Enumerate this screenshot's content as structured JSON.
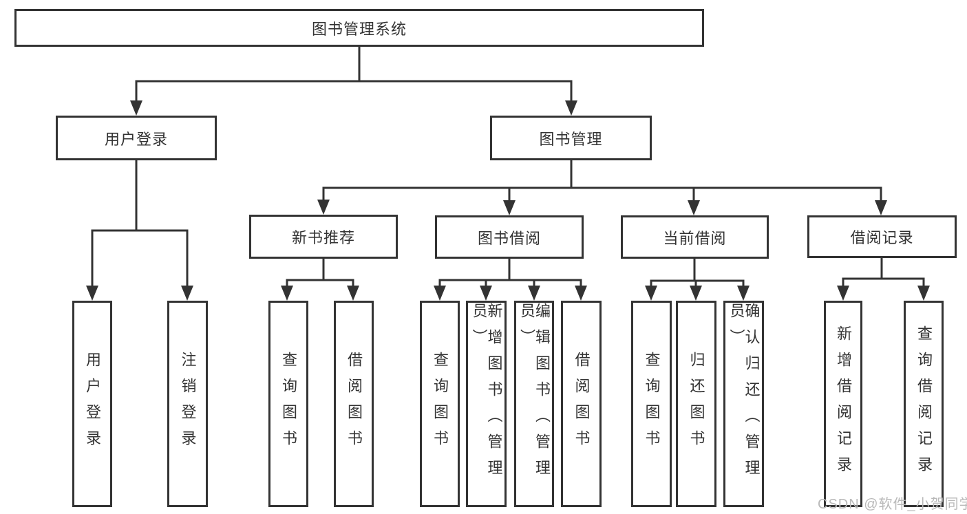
{
  "colors": {
    "line": "#333333",
    "text": "#333333",
    "box_background": "#ffffff",
    "page_background": "#ffffff",
    "watermark": "#b9b9b9"
  },
  "diagram": {
    "type": "hierarchy-tree",
    "root": {
      "label": "图书管理系统"
    },
    "level2": [
      {
        "label": "用户登录"
      },
      {
        "label": "图书管理"
      }
    ],
    "level3": [
      {
        "label": "新书推荐",
        "parent": "图书管理"
      },
      {
        "label": "图书借阅",
        "parent": "图书管理"
      },
      {
        "label": "当前借阅",
        "parent": "图书管理"
      },
      {
        "label": "借阅记录",
        "parent": "图书管理"
      }
    ],
    "leaves": [
      {
        "label": "用户登录",
        "parent": "用户登录"
      },
      {
        "label": "注销登录",
        "parent": "用户登录"
      },
      {
        "label": "查询图书",
        "parent": "新书推荐"
      },
      {
        "label": "借阅图书",
        "parent": "新书推荐"
      },
      {
        "label": "查询图书",
        "parent": "图书借阅"
      },
      {
        "label": "新增图书（管理员）",
        "parent": "图书借阅"
      },
      {
        "label": "编辑图书（管理员）",
        "parent": "图书借阅"
      },
      {
        "label": "借阅图书",
        "parent": "图书借阅"
      },
      {
        "label": "查询图书",
        "parent": "当前借阅"
      },
      {
        "label": "归还图书",
        "parent": "当前借阅"
      },
      {
        "label": "确认归还（管理员）",
        "parent": "当前借阅"
      },
      {
        "label": "新增借阅记录",
        "parent": "借阅记录"
      },
      {
        "label": "查询借阅记录",
        "parent": "借阅记录"
      }
    ]
  },
  "watermark": {
    "text": "CSDN @软件_小贺同学"
  }
}
